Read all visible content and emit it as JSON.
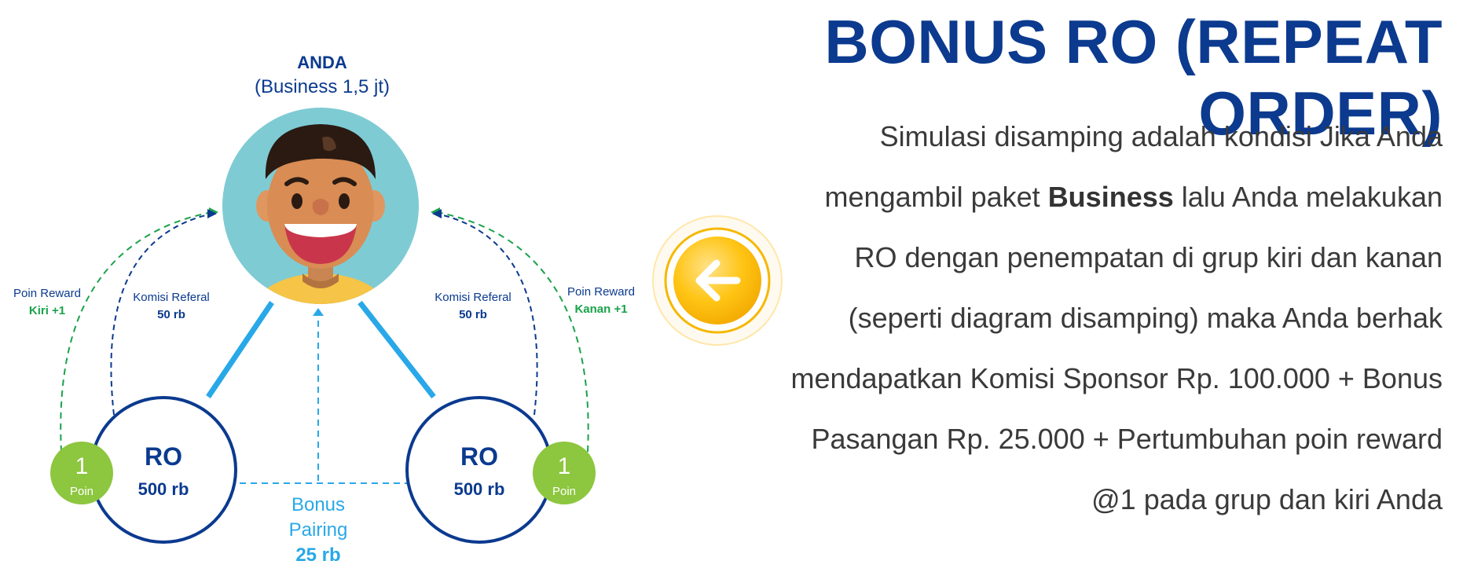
{
  "title": "BONUS RO (REPEAT ORDER)",
  "top_node": {
    "name": "ANDA",
    "subtitle": "(Business 1,5 jt)"
  },
  "left_node": {
    "label": "RO",
    "value": "500 rb"
  },
  "right_node": {
    "label": "RO",
    "value": "500 rb"
  },
  "left_point": {
    "number": "1",
    "unit": "Poin"
  },
  "right_point": {
    "number": "1",
    "unit": "Poin"
  },
  "left_reward": {
    "label": "Poin Reward",
    "value": "Kiri +1"
  },
  "right_reward": {
    "label": "Poin Reward",
    "value": "Kanan +1"
  },
  "left_referral": {
    "label": "Komisi Referal",
    "value": "50 rb"
  },
  "right_referral": {
    "label": "Komisi Referal",
    "value": "50 rb"
  },
  "pairing": {
    "line1": "Bonus",
    "line2": "Pairing",
    "value": "25 rb"
  },
  "description": {
    "l1": "Simulasi disamping adalah kondisi Jika Anda",
    "l2a": "mengambil paket ",
    "l2b": "Business",
    "l2c": " lalu Anda melakukan",
    "l3": "RO dengan penempatan di grup kiri dan kanan",
    "l4": "(seperti diagram disamping) maka Anda berhak",
    "l5": "mendapatkan Komisi Sponsor Rp. 100.000 + Bonus",
    "l6": "Pasangan Rp. 25.000 + Pertumbuhan poin reward",
    "l7": "@1 pada grup dan kiri Anda"
  },
  "colors": {
    "navy": "#0b3a8f",
    "sky": "#29a8e8",
    "green": "#8dc63f",
    "reward_green": "#1aa24a",
    "gold": "#f5b800"
  },
  "icons": {
    "back": "arrow-left-icon",
    "avatar": "smiling-man-avatar-icon"
  }
}
